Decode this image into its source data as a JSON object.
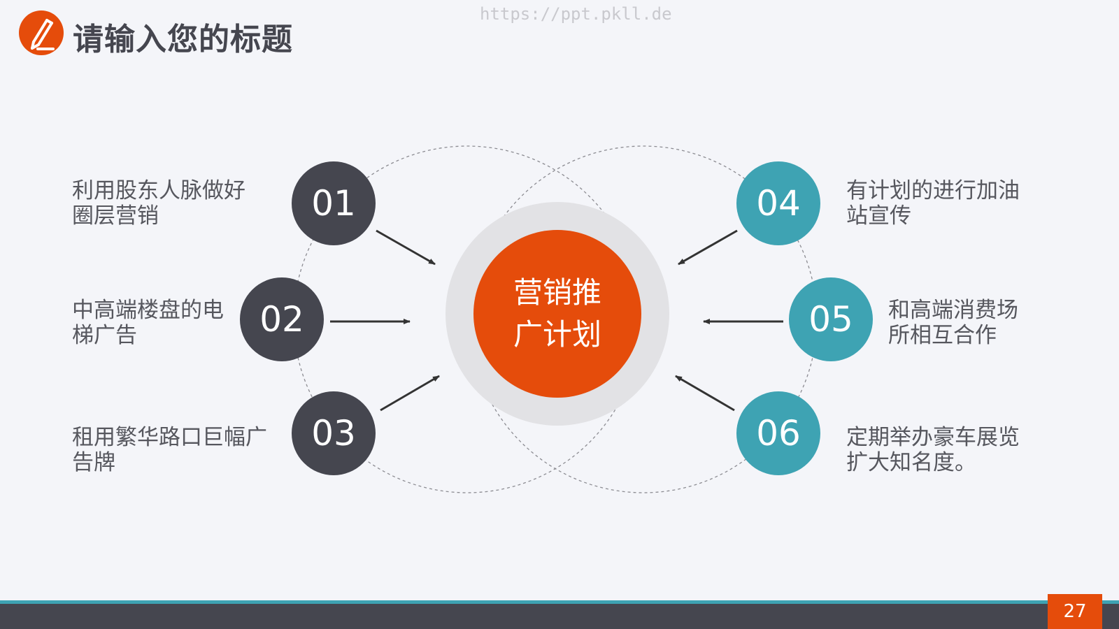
{
  "header": {
    "title": "请输入您的标题",
    "icon": "pencil-icon",
    "accent_color": "#e54c0b"
  },
  "watermark": "https://ppt.pkll.de",
  "center": {
    "line1": "营销推",
    "line2": "广计划",
    "color": "#e54c0b"
  },
  "items": [
    {
      "number": "01",
      "line1": "利用股东人脉做好",
      "line2": "圈层营销",
      "color": "#45464f"
    },
    {
      "number": "02",
      "line1": "中高端楼盘的电",
      "line2": "梯广告",
      "color": "#45464f"
    },
    {
      "number": "03",
      "line1": "租用繁华路口巨幅广",
      "line2": "告牌",
      "color": "#45464f"
    },
    {
      "number": "04",
      "line1": "有计划的进行加油",
      "line2": "站宣传",
      "color": "#3ea3b3"
    },
    {
      "number": "05",
      "line1": "和高端消费场",
      "line2": "所相互合作",
      "color": "#3ea3b3"
    },
    {
      "number": "06",
      "line1": "定期举办豪车展览",
      "line2": "扩大知名度。",
      "color": "#3ea3b3"
    }
  ],
  "footer": {
    "page_number": "27"
  }
}
